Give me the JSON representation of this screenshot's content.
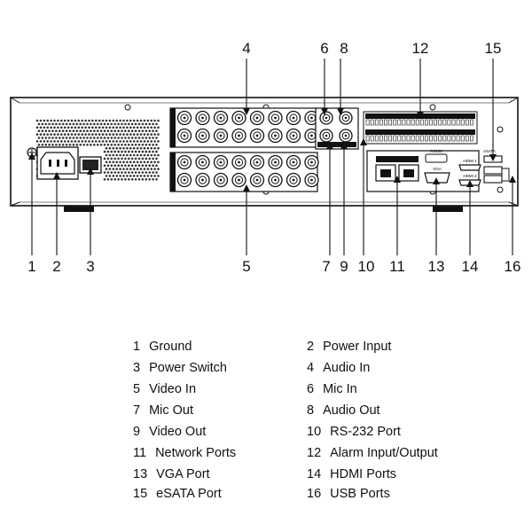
{
  "callouts": {
    "c1": "1",
    "c2": "2",
    "c3": "3",
    "c4": "4",
    "c5": "5",
    "c6": "6",
    "c7": "7",
    "c8": "8",
    "c9": "9",
    "c10": "10",
    "c11": "11",
    "c12": "12",
    "c13": "13",
    "c14": "14",
    "c15": "15",
    "c16": "16"
  },
  "panel_labels": {
    "rs232": "RS232",
    "vga": "VGA",
    "hdmi1": "HDMI 1",
    "hdmi2": "HDMI 2",
    "esata": "eSATA"
  },
  "legend": [
    {
      "num": "1",
      "label": "Ground"
    },
    {
      "num": "2",
      "label": "Power Input"
    },
    {
      "num": "3",
      "label": "Power Switch"
    },
    {
      "num": "4",
      "label": "Audio In"
    },
    {
      "num": "5",
      "label": "Video In"
    },
    {
      "num": "6",
      "label": "Mic In"
    },
    {
      "num": "7",
      "label": "Mic Out"
    },
    {
      "num": "8",
      "label": "Audio Out"
    },
    {
      "num": "9",
      "label": "Video Out"
    },
    {
      "num": "10",
      "label": "RS-232 Port"
    },
    {
      "num": "11",
      "label": "Network Ports"
    },
    {
      "num": "12",
      "label": "Alarm Input/Output"
    },
    {
      "num": "13",
      "label": "VGA Port"
    },
    {
      "num": "14",
      "label": "HDMI Ports"
    },
    {
      "num": "15",
      "label": "eSATA Port"
    },
    {
      "num": "16",
      "label": "USB Ports"
    }
  ]
}
